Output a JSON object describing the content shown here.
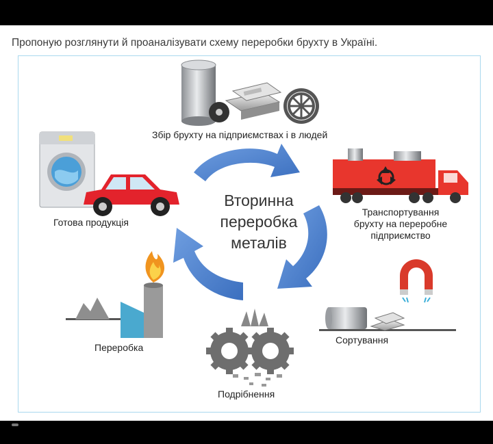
{
  "intro_text": "Пропоную розглянути й проаналізувати схему переробки брухту в Україні.",
  "diagram": {
    "center_lines": [
      "Вторинна",
      "переробка",
      "металів"
    ],
    "steps": {
      "collection": "Збір брухту на підприємствах і в людей",
      "transport": [
        "Транспортування",
        "брухту на переробне",
        "підприємство"
      ],
      "sorting": "Сортування",
      "crushing": "Подрібнення",
      "processing": "Переробка",
      "finished": "Готова продукція"
    },
    "colors": {
      "arrow": "#4a7fc8",
      "truck": "#e8362d",
      "car": "#e3232c",
      "flame": "#f0941f",
      "gear": "#7a7a7a",
      "magnet": "#d93a2b",
      "panel_border": "#a9d8ee"
    },
    "icons": [
      "metal-cylinder-icon",
      "gear-icon",
      "metal-bars-icon",
      "truck-icon",
      "recycle-icon",
      "magnet-icon",
      "crusher-gears-icon",
      "factory-chimney-icon",
      "flame-icon",
      "washing-machine-icon",
      "car-icon"
    ]
  }
}
